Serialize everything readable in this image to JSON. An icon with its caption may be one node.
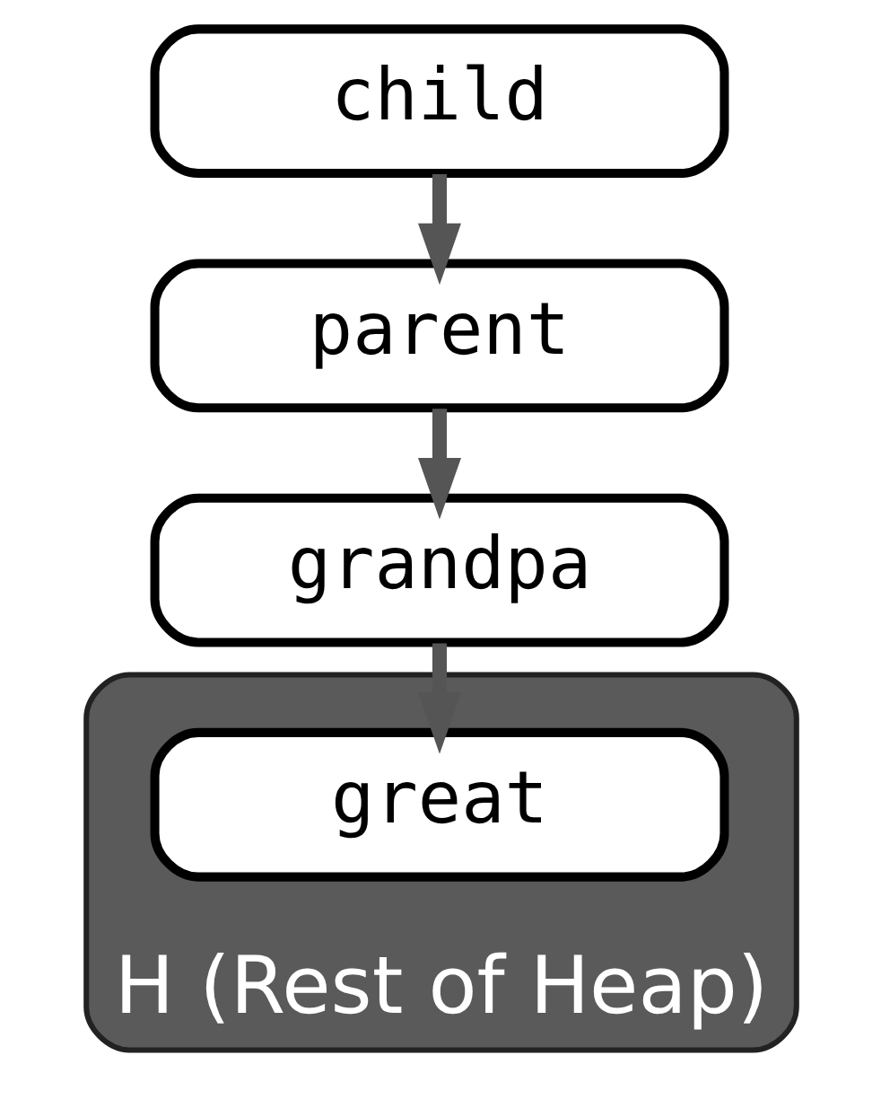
{
  "diagram": {
    "nodes": [
      {
        "text": [
          "child"
        ]
      },
      {
        "text": [
          "parent"
        ]
      },
      {
        "text": [
          "grandpa"
        ]
      },
      {
        "text": [
          "H (Rest of Heap)"
        ]
      },
      {
        "text": [
          "great"
        ],
        "in": 3
      }
    ],
    "edges": [
      {
        "from": 0,
        "to": 1,
        "arrow": "to"
      },
      {
        "from": 1,
        "to": 2,
        "arrow": "to"
      },
      {
        "from": 2,
        "to": 4,
        "arrow": "to"
      }
    ]
  }
}
